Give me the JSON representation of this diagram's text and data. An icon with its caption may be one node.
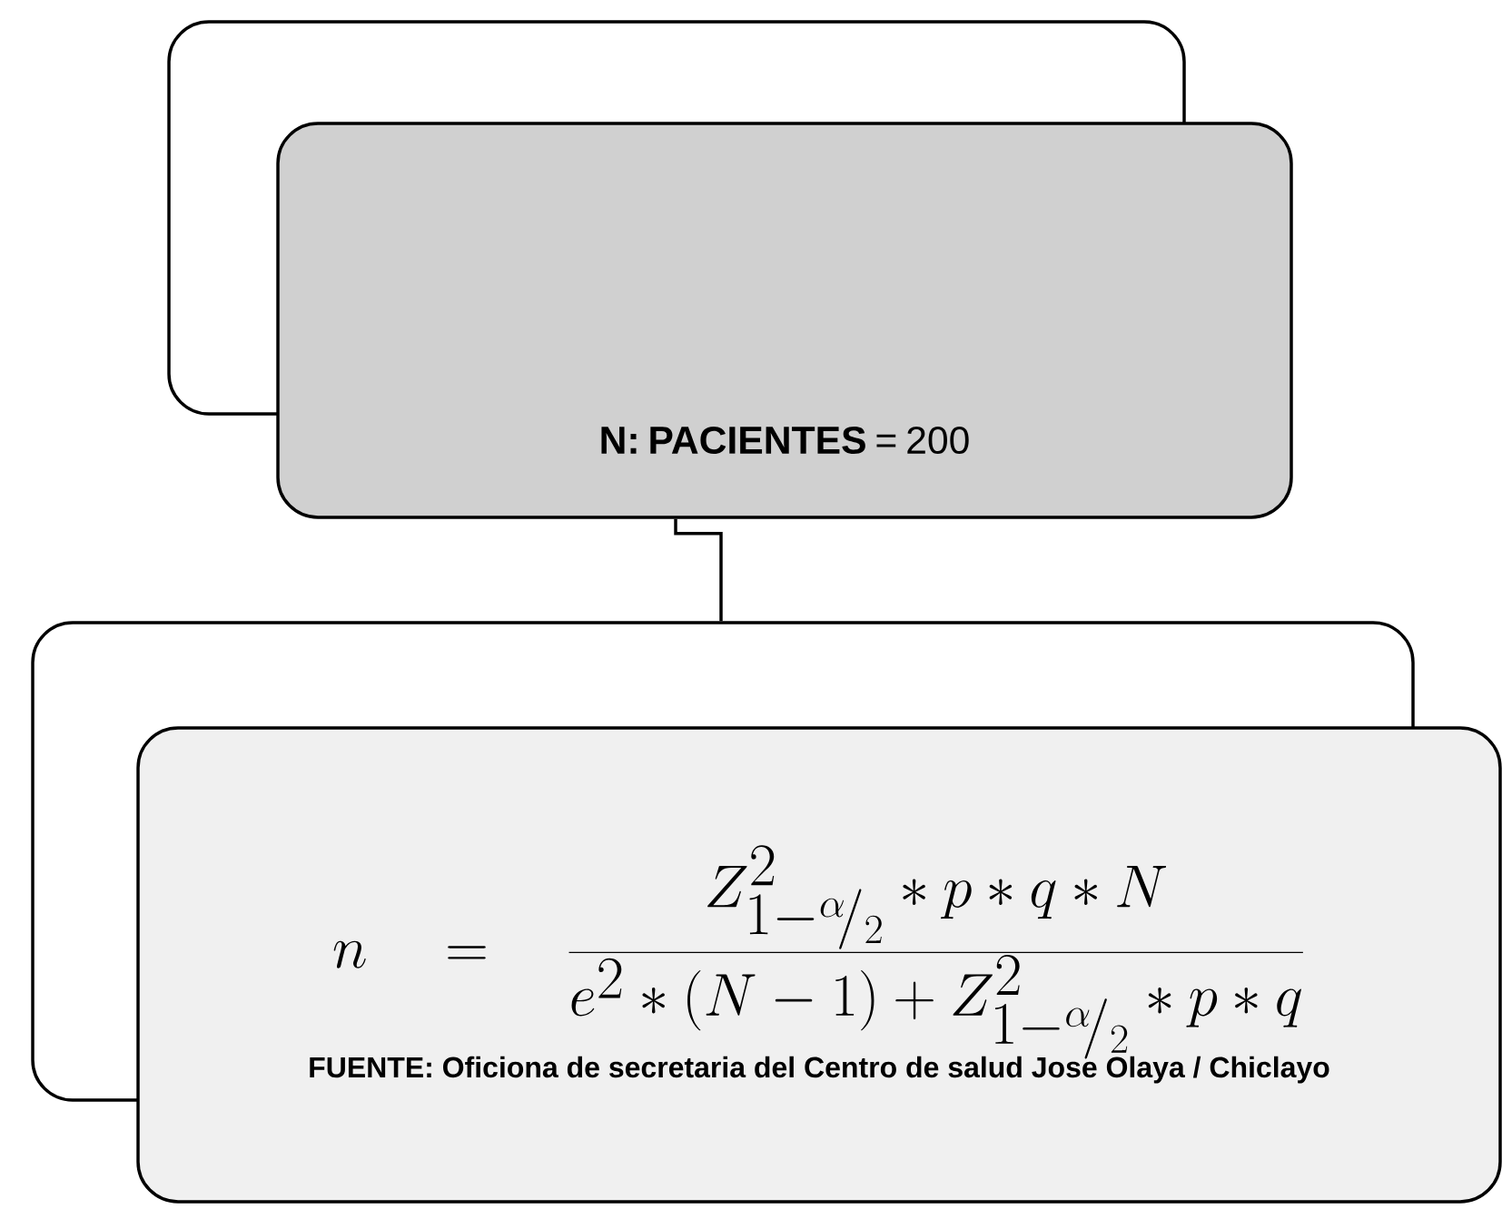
{
  "diagram": {
    "nodes": [
      {
        "text": [],
        "shape": "box"
      },
      {
        "text": [
          "**N: PACIENTES** = 200"
        ]
      },
      {
        "text": [],
        "shape": "box"
      },
      {
        "text": [
          "n = \\frac{Z^{2}_{1-{}^{\\alpha}\\!/_{2}} \\ast p \\ast q \\ast N}{e^{2} \\ast (N-1) + Z^{2}_{1-{}^{\\alpha}\\!/_{2}} \\ast p \\ast q}",
          "FUENTE: Oficiona de secretaria del Centro de salud Jose Olaya / Chiclayo"
        ]
      }
    ],
    "edges": [
      {
        "from": 1,
        "to": 2,
        "arrow": "none"
      }
    ]
  }
}
